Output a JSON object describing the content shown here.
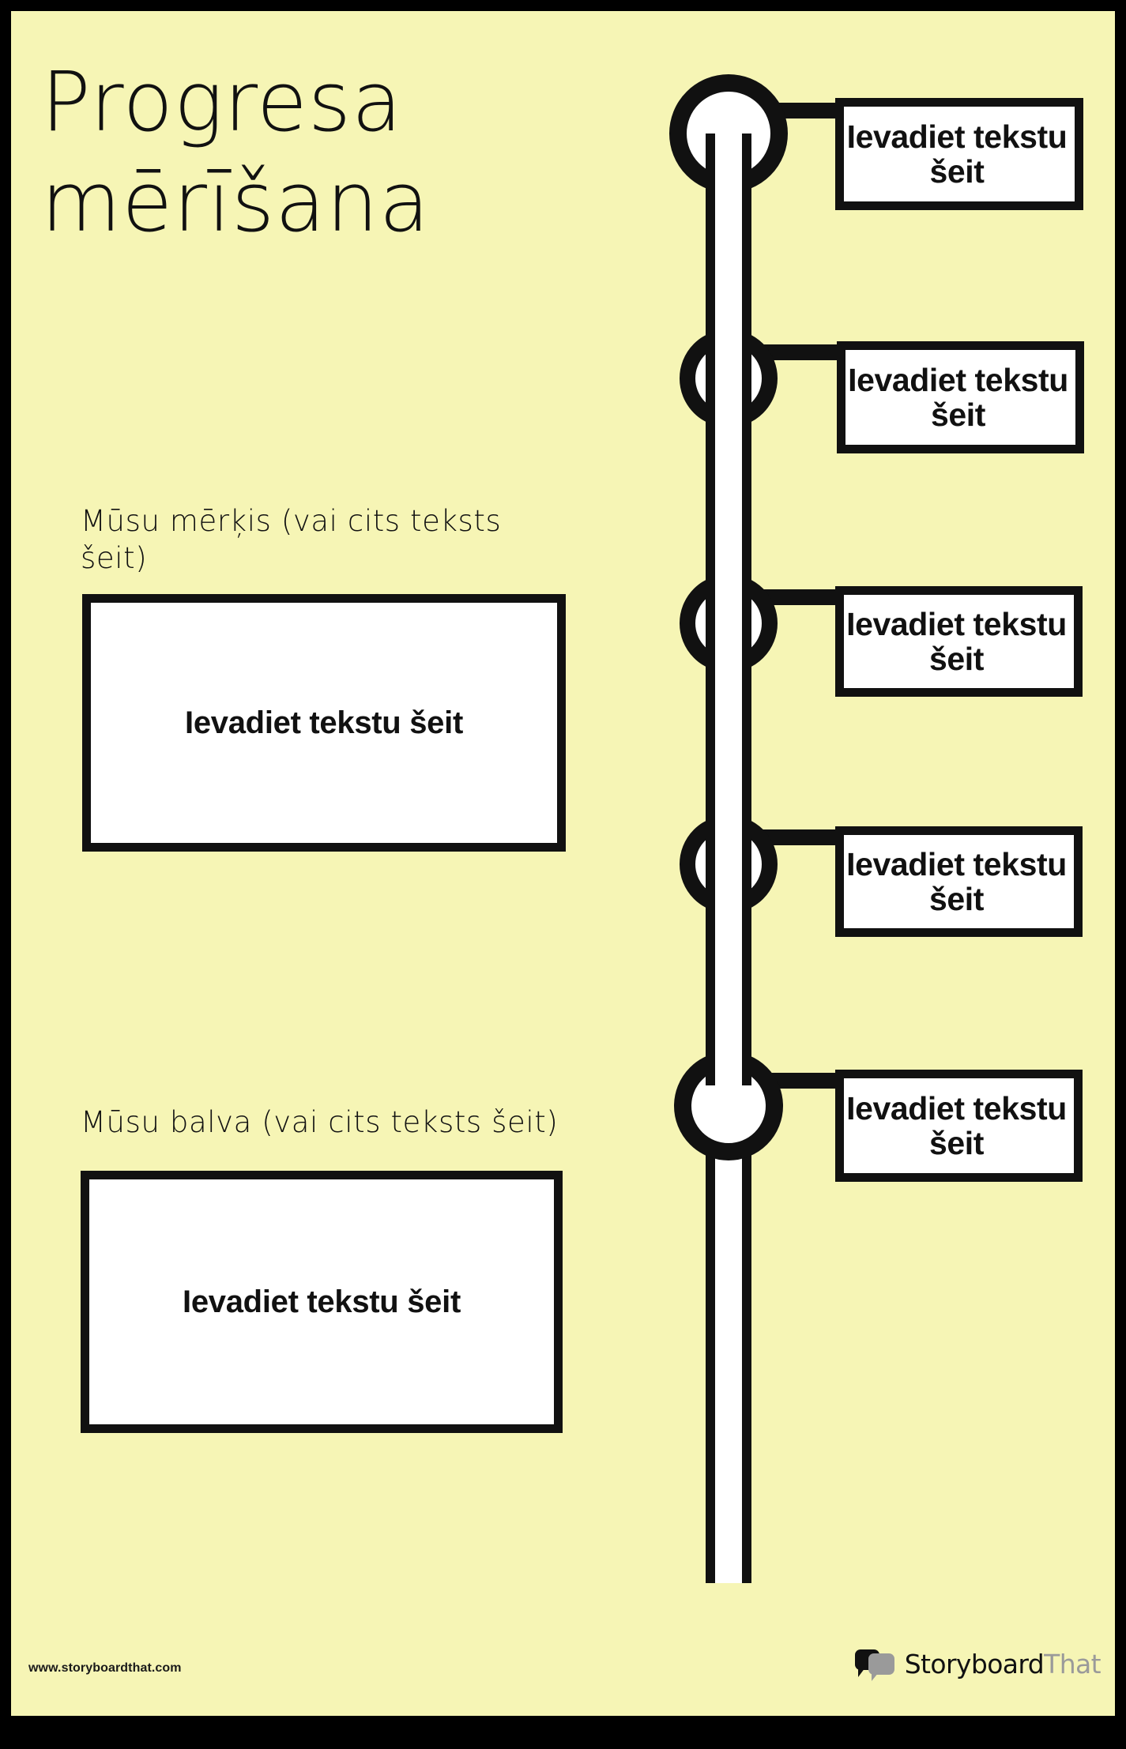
{
  "poster": {
    "title": "Progresa\nmērīšana",
    "background_color": "#F6F5B5",
    "border_color": "#000000"
  },
  "left_column": {
    "goal_label": "Mūsu mērķis (vai cits teksts šeit)",
    "goal_box_text": "Ievadiet tekstu šeit",
    "prize_label": "Mūsu balva (vai cits teksts šeit)",
    "prize_box_text": "Ievadiet tekstu šeit"
  },
  "timeline": {
    "node_count": 5,
    "line_color": "#111111",
    "node_fill": "#FFFFFF",
    "milestones": [
      {
        "label": "Ievadiet tekstu šeit"
      },
      {
        "label": "Ievadiet tekstu šeit"
      },
      {
        "label": "Ievadiet tekstu šeit"
      },
      {
        "label": "Ievadiet tekstu šeit"
      },
      {
        "label": "Ievadiet tekstu šeit"
      }
    ]
  },
  "footer": {
    "url": "www.storyboardthat.com",
    "logo_primary": "Storyboard",
    "logo_secondary": "That"
  }
}
